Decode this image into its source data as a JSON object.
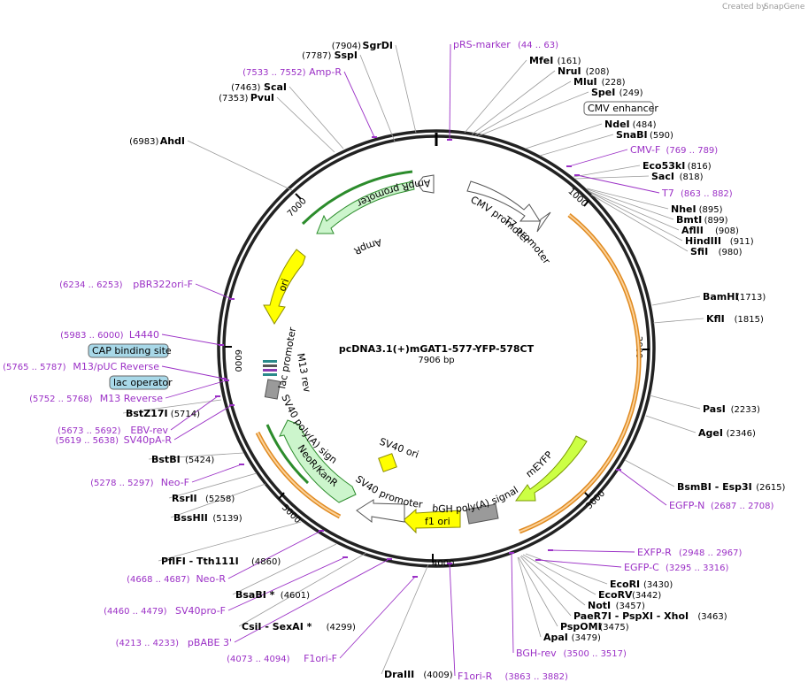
{
  "branding": {
    "created_by": "Created by",
    "app": "SnapGene"
  },
  "plasmid": {
    "name": "pcDNA3.1(+)mGAT1-577-YFP-578CT",
    "length": "7906 bp"
  },
  "ticks": [
    "1000",
    "2000",
    "3000",
    "4000",
    "5000",
    "6000",
    "7000"
  ],
  "sites": [
    {
      "pos": "(7904)",
      "name": "SgrDI"
    },
    {
      "pos": "(7787)",
      "name": "SspI"
    },
    {
      "pos": "(7463)",
      "name": "ScaI"
    },
    {
      "pos": "(7353)",
      "name": "PvuI"
    },
    {
      "pos": "(6983)",
      "name": "AhdI"
    },
    {
      "pos": "(161)",
      "name": "MfeI"
    },
    {
      "pos": "(208)",
      "name": "NruI"
    },
    {
      "pos": "(228)",
      "name": "MluI"
    },
    {
      "pos": "(249)",
      "name": "SpeI"
    },
    {
      "pos": "(484)",
      "name": "NdeI"
    },
    {
      "pos": "(590)",
      "name": "SnaBI"
    },
    {
      "pos": "(816)",
      "name": "Eco53kI"
    },
    {
      "pos": "(818)",
      "name": "SacI"
    },
    {
      "pos": "(895)",
      "name": "NheI"
    },
    {
      "pos": "(899)",
      "name": "BmtI"
    },
    {
      "pos": "(908)",
      "name": "AflII"
    },
    {
      "pos": "(911)",
      "name": "HindIII"
    },
    {
      "pos": "(980)",
      "name": "SfiI"
    },
    {
      "pos": "(1713)",
      "name": "BamHI"
    },
    {
      "pos": "(1815)",
      "name": "KflI"
    },
    {
      "pos": "(2233)",
      "name": "PasI"
    },
    {
      "pos": "(2346)",
      "name": "AgeI"
    },
    {
      "pos": "(2615)",
      "name": "BsmBI - Esp3I"
    },
    {
      "pos": "(3430)",
      "name": "EcoRI"
    },
    {
      "pos": "(3442)",
      "name": "EcoRV"
    },
    {
      "pos": "(3457)",
      "name": "NotI"
    },
    {
      "pos": "(3463)",
      "name": "PaeR7I - PspXI - XhoI"
    },
    {
      "pos": "(3475)",
      "name": "PspOMI"
    },
    {
      "pos": "(3479)",
      "name": "ApaI"
    },
    {
      "pos": "(4009)",
      "name": "DraIII"
    },
    {
      "pos": "(4299)",
      "name": "CsiI - SexAI *"
    },
    {
      "pos": "(4601)",
      "name": "BsaBI *"
    },
    {
      "pos": "(4860)",
      "name": "PflFI - Tth111I"
    },
    {
      "pos": "(5139)",
      "name": "BssHII"
    },
    {
      "pos": "(5258)",
      "name": "RsrII"
    },
    {
      "pos": "(5424)",
      "name": "BstBI"
    },
    {
      "pos": "(5714)",
      "name": "BstZ17I"
    }
  ],
  "primers": [
    {
      "name": "pRS-marker",
      "range": "(44 .. 63)"
    },
    {
      "name": "Amp-R",
      "range": "(7533 .. 7552)"
    },
    {
      "name": "CMV-F",
      "range": "(769 .. 789)"
    },
    {
      "name": "T7",
      "range": "(863 .. 882)"
    },
    {
      "name": "pBR322ori-F",
      "range": "(6234 .. 6253)"
    },
    {
      "name": "L4440",
      "range": "(5983 .. 6000)"
    },
    {
      "name": "M13/pUC Reverse",
      "range": "(5765 .. 5787)"
    },
    {
      "name": "M13 Reverse",
      "range": "(5752 .. 5768)"
    },
    {
      "name": "EBV-rev",
      "range": "(5673 .. 5692)"
    },
    {
      "name": "SV40pA-R",
      "range": "(5619 .. 5638)"
    },
    {
      "name": "Neo-F",
      "range": "(5278 .. 5297)"
    },
    {
      "name": "EGFP-N",
      "range": "(2687 .. 2708)"
    },
    {
      "name": "EXFP-R",
      "range": "(2948 .. 2967)"
    },
    {
      "name": "EGFP-C",
      "range": "(3295 .. 3316)"
    },
    {
      "name": "BGH-rev",
      "range": "(3500 .. 3517)"
    },
    {
      "name": "Neo-R",
      "range": "(4668 .. 4687)"
    },
    {
      "name": "SV40pro-F",
      "range": "(4460 .. 4479)"
    },
    {
      "name": "pBABE 3'",
      "range": "(4213 .. 4233)"
    },
    {
      "name": "F1ori-F",
      "range": "(4073 .. 4094)"
    },
    {
      "name": "F1ori-R",
      "range": "(3863 .. 3882)"
    }
  ],
  "boxed_labels": {
    "cmv_enhancer": "CMV enhancer",
    "cap_binding_site": "CAP binding site",
    "lac_operator": "lac operator"
  },
  "features": {
    "ampr_promoter": "AmpR promoter",
    "ampr": "AmpR",
    "ori": "ori",
    "cmv_promoter": "CMV promoter",
    "t7_promoter": "T7 promoter",
    "lac_promoter": "lac promoter",
    "m13_rev": "M13 rev",
    "sv40_polya": "SV40 poly(A) signal",
    "neor_kanr": "NeoR/KanR",
    "sv40_promoter": "SV40 promoter",
    "sv40_ori": "SV40 ori",
    "f1_ori": "f1 ori",
    "bgh_polya": "bGH poly(A) signal",
    "meyfp": "mEYFP"
  },
  "colors": {
    "primer": "#9b30c6",
    "ampr": "#ccf5cc",
    "ori": "#ffff00",
    "orf_orange": "#f0a030",
    "meyfp": "#ccff44",
    "grey_feature": "#9a9a9a",
    "boxed": "#a8d8e8"
  }
}
